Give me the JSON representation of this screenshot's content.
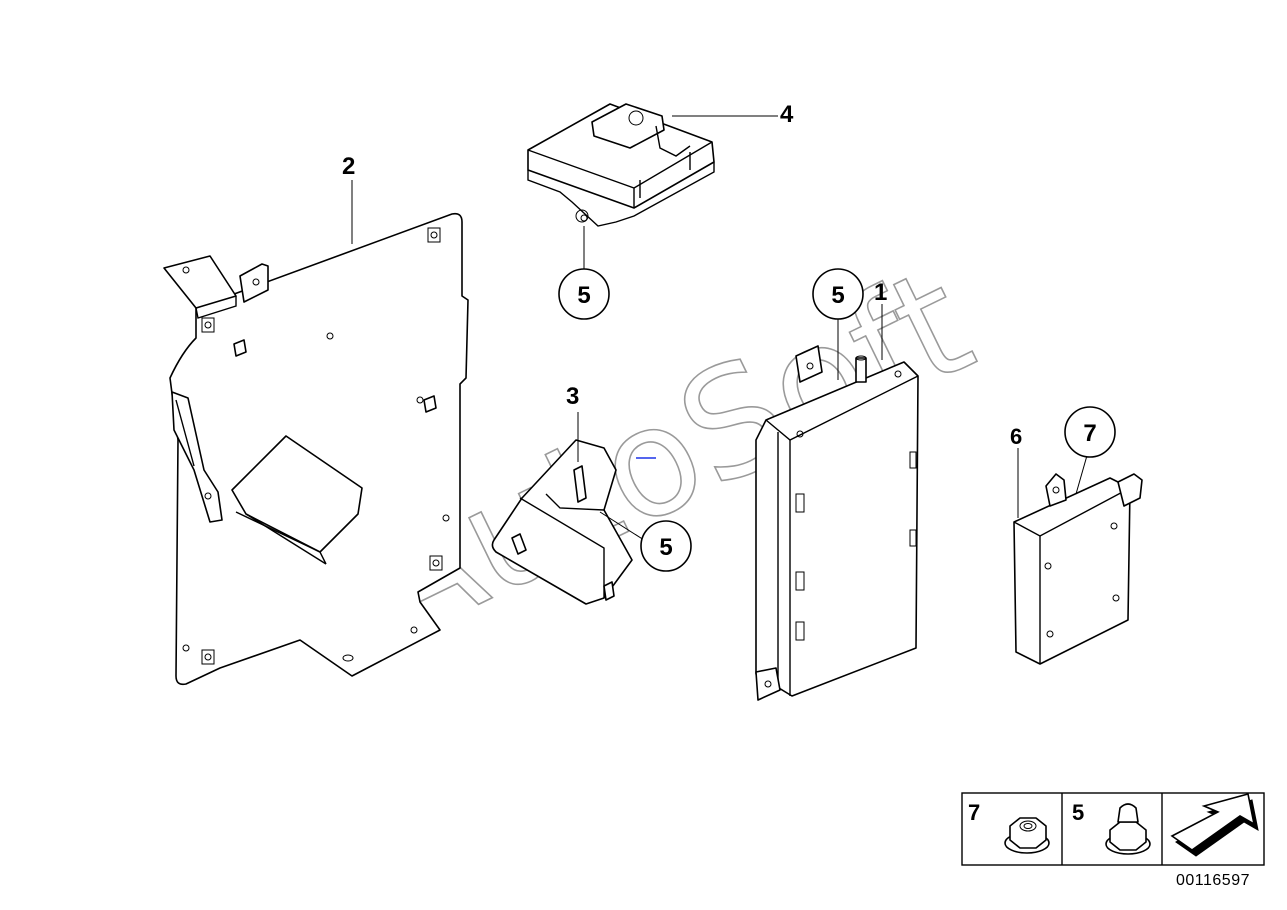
{
  "watermark": "AutoSoft",
  "drawing_number": "00116597",
  "callouts": {
    "c1": "1",
    "c2": "2",
    "c3": "3",
    "c4": "4",
    "c5a": "5",
    "c5b": "5",
    "c5c": "5",
    "c6": "6",
    "c7": "7"
  },
  "legend": {
    "nut_label": "7",
    "bolt_label": "5"
  },
  "icons": {
    "next_page": "arrow-right-icon"
  }
}
